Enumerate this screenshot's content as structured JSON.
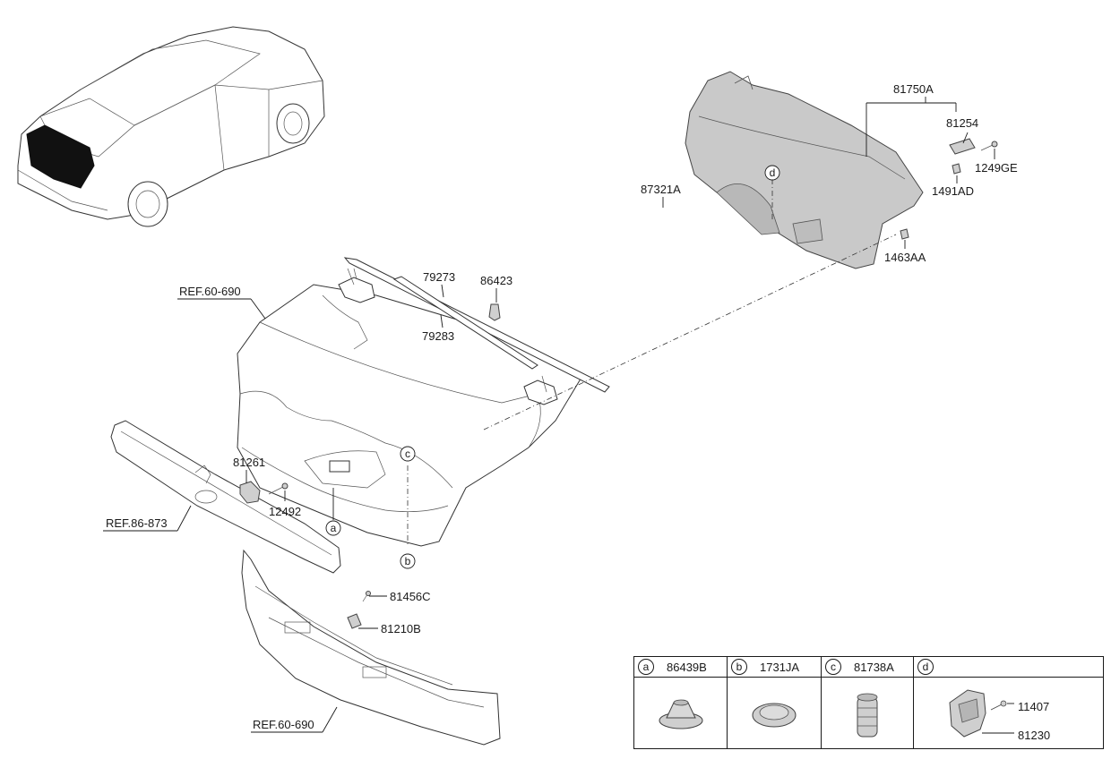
{
  "labels": {
    "p81750A": "81750A",
    "p81254": "81254",
    "p1249GE": "1249GE",
    "p1491AD": "1491AD",
    "p1463AA": "1463AA",
    "p87321A": "87321A",
    "p79273": "79273",
    "p79283": "79283",
    "p86423": "86423",
    "p81261": "81261",
    "p12492": "12492",
    "p81456C": "81456C",
    "p81210B": "81210B"
  },
  "refs": {
    "ref_tailgate": "REF.60-690",
    "ref_garnish": "REF.86-873",
    "ref_lower": "REF.60-690"
  },
  "callouts": {
    "a": "a",
    "b": "b",
    "c": "c",
    "d": "d"
  },
  "legend": [
    {
      "letter": "a",
      "part": "86439B"
    },
    {
      "letter": "b",
      "part": "1731JA"
    },
    {
      "letter": "c",
      "part": "81738A"
    },
    {
      "letter": "d",
      "part": "",
      "sub_parts": [
        "11407",
        "81230"
      ]
    }
  ]
}
